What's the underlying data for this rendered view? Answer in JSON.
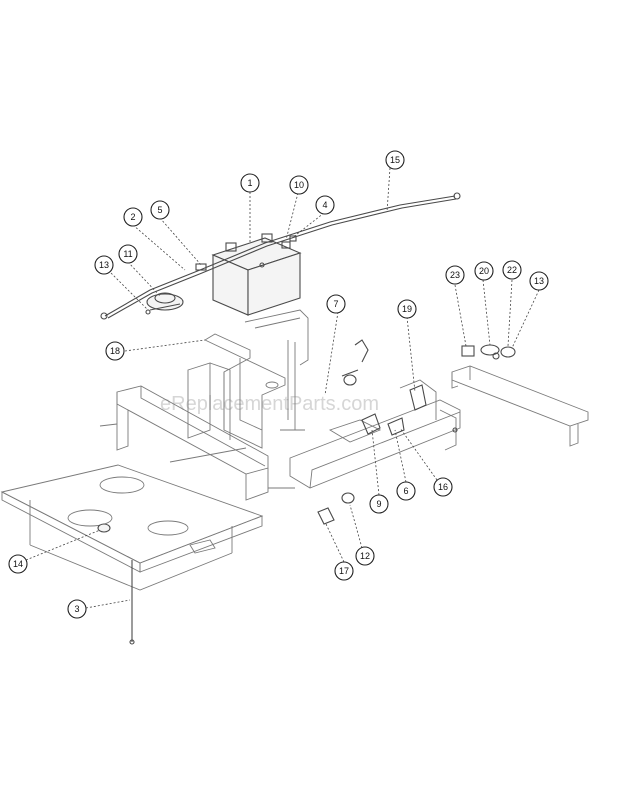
{
  "watermark": "eReplacementParts.com",
  "callouts": [
    {
      "id": "c1",
      "label": "1"
    },
    {
      "id": "c2",
      "label": "2"
    },
    {
      "id": "c3",
      "label": "3"
    },
    {
      "id": "c4",
      "label": "4"
    },
    {
      "id": "c5",
      "label": "5"
    },
    {
      "id": "c6",
      "label": "6"
    },
    {
      "id": "c7",
      "label": "7"
    },
    {
      "id": "c9",
      "label": "9"
    },
    {
      "id": "c10",
      "label": "10"
    },
    {
      "id": "c11",
      "label": "11"
    },
    {
      "id": "c12",
      "label": "12"
    },
    {
      "id": "c13a",
      "label": "13"
    },
    {
      "id": "c13b",
      "label": "13"
    },
    {
      "id": "c14",
      "label": "14"
    },
    {
      "id": "c15",
      "label": "15"
    },
    {
      "id": "c16",
      "label": "16"
    },
    {
      "id": "c17",
      "label": "17"
    },
    {
      "id": "c18",
      "label": "18"
    },
    {
      "id": "c19",
      "label": "19"
    },
    {
      "id": "c20",
      "label": "20"
    },
    {
      "id": "c22",
      "label": "22"
    },
    {
      "id": "c23",
      "label": "23"
    }
  ]
}
